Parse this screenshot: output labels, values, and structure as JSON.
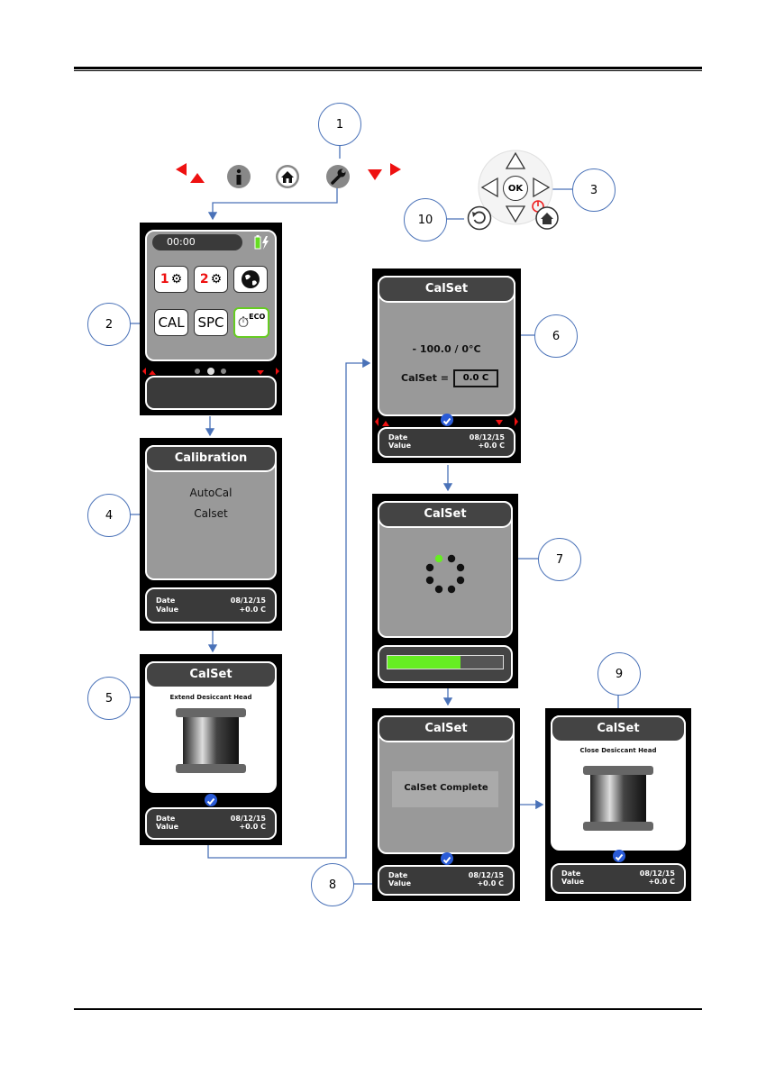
{
  "top_icons": [
    {
      "name": "arrow-left-up",
      "glyph": "◀▲"
    },
    {
      "name": "info",
      "glyph": "i"
    },
    {
      "name": "home",
      "glyph": "⌂"
    },
    {
      "name": "wrench",
      "glyph": "✎"
    },
    {
      "name": "arrow-down-right",
      "glyph": "▼▶"
    }
  ],
  "keypad": {
    "ok_label": "OK"
  },
  "callouts": [
    "1",
    "2",
    "3",
    "4",
    "5",
    "6",
    "7",
    "8",
    "9",
    "10"
  ],
  "screen_menu": {
    "time": "00:00",
    "tiles": {
      "cal": "CAL",
      "spc": "SPC",
      "eco": "ECO",
      "p1": "1",
      "p2": "2"
    }
  },
  "screen_calibration": {
    "title": "Calibration",
    "items": [
      "AutoCal",
      "Calset"
    ],
    "footer": {
      "date_label": "Date",
      "date_value": "08/12/15",
      "value_label": "Value",
      "value_value": "+0.0 C"
    }
  },
  "screen_extend": {
    "title": "CalSet",
    "caption": "Extend Desiccant Head",
    "footer": {
      "date_label": "Date",
      "date_value": "08/12/15",
      "value_label": "Value",
      "value_value": "+0.0 C"
    }
  },
  "screen_calset_entry": {
    "title": "CalSet",
    "range": "- 100.0 / 0°C",
    "field_label": "CalSet =",
    "field_value": "0.0  C",
    "footer": {
      "date_label": "Date",
      "date_value": "08/12/15",
      "value_label": "Value",
      "value_value": "+0.0 C"
    }
  },
  "screen_progress": {
    "title": "CalSet",
    "progress_fraction": 0.63
  },
  "screen_complete": {
    "title": "CalSet",
    "message": "CalSet Complete",
    "footer": {
      "date_label": "Date",
      "date_value": "08/12/15",
      "value_label": "Value",
      "value_value": "+0.0 C"
    }
  },
  "screen_close": {
    "title": "CalSet",
    "caption": "Close Desiccant Head",
    "footer": {
      "date_label": "Date",
      "date_value": "08/12/15",
      "value_label": "Value",
      "value_value": "+0.0 C"
    }
  },
  "colors": {
    "arrow_red": "#ee1111",
    "connector_blue": "#4a72b8",
    "check_blue": "#2a5bd7",
    "progress_green": "#66ee22",
    "battery_green": "#66dd22"
  }
}
